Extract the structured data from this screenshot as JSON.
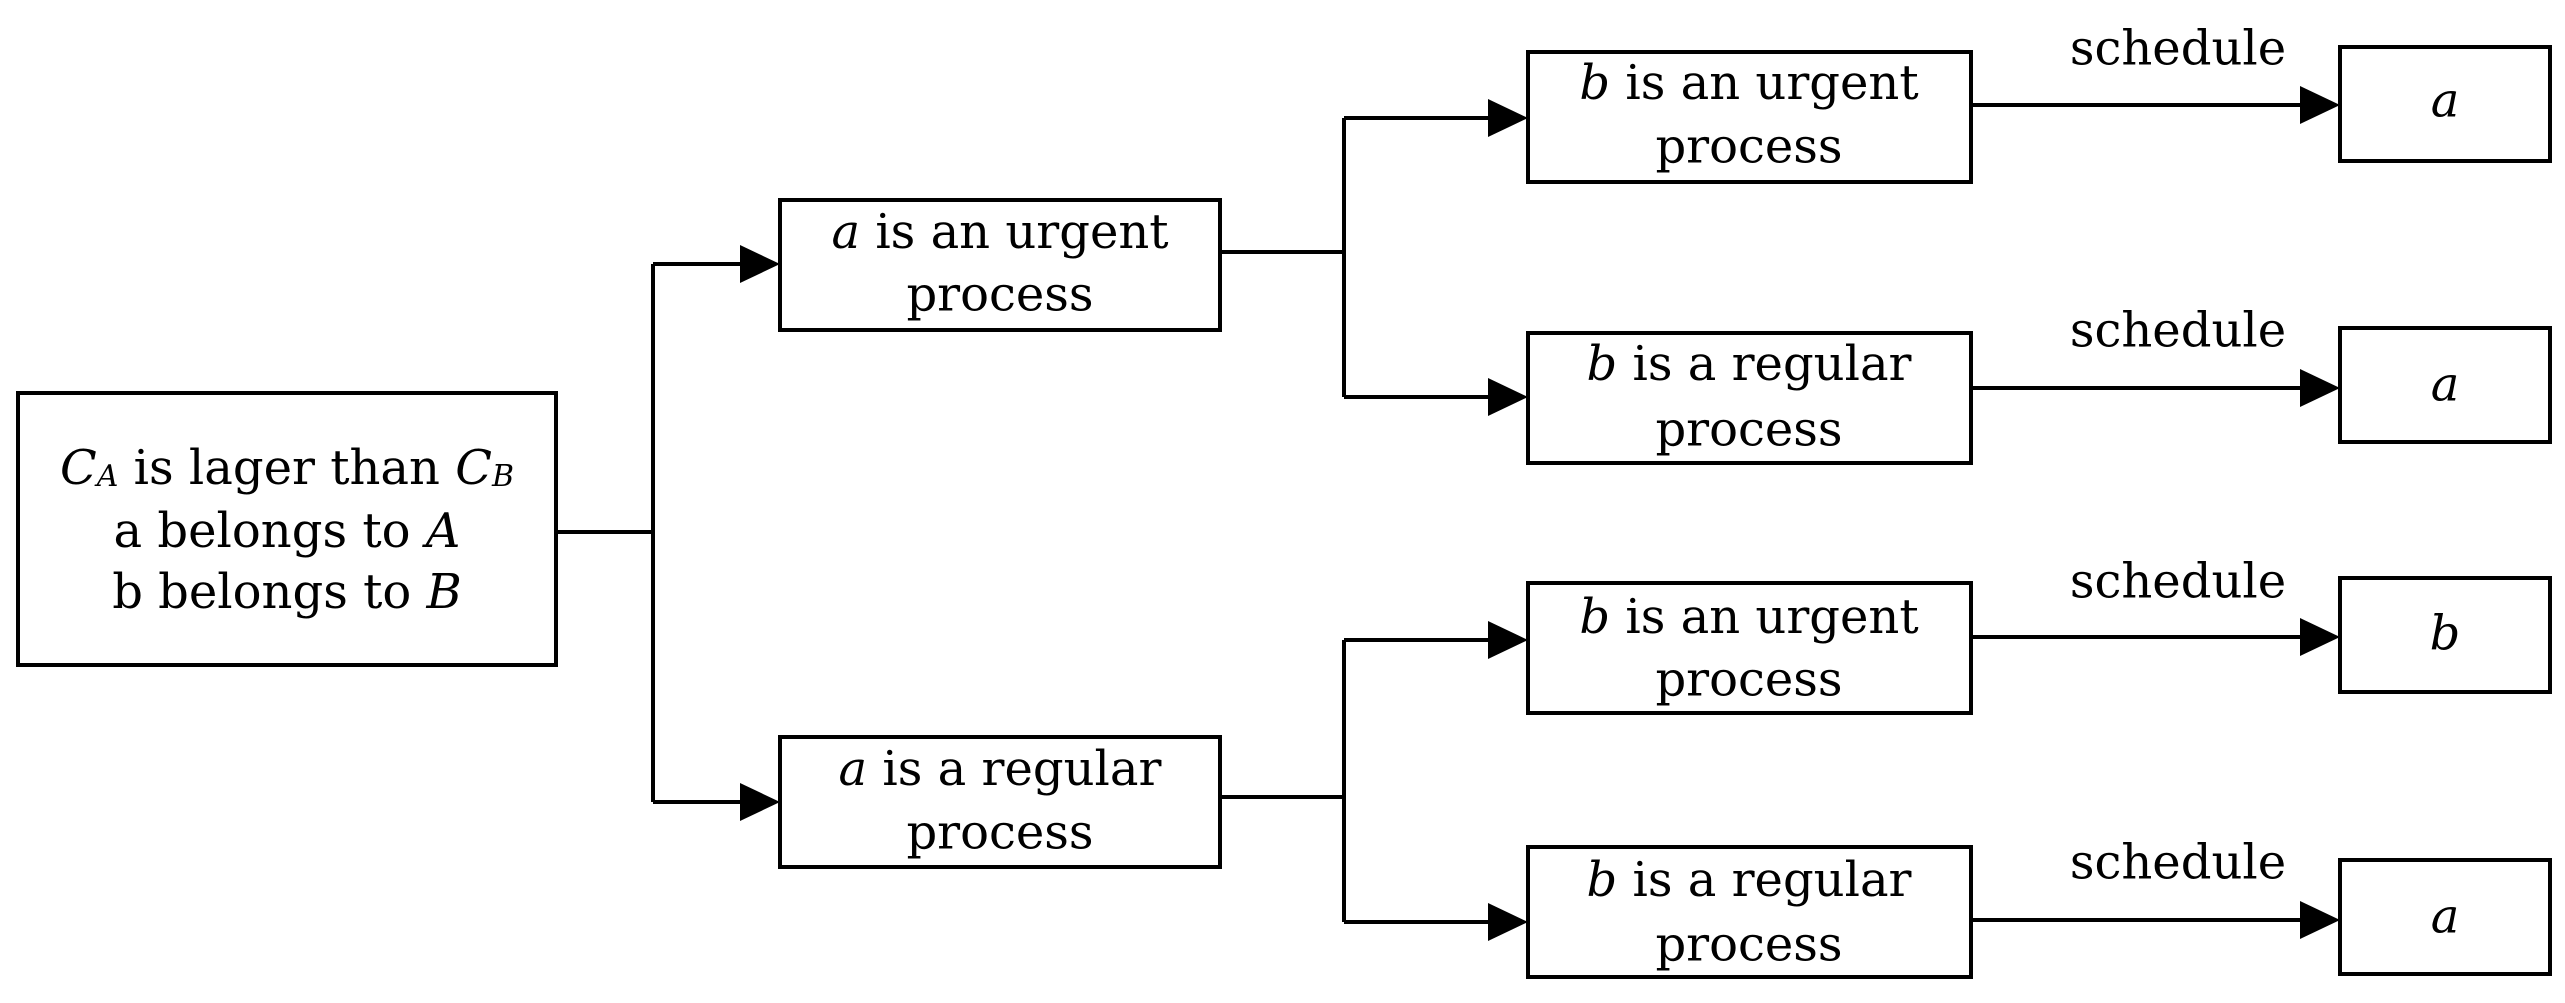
{
  "root": {
    "line1": {
      "c_a": "C",
      "c_a_sub": "A",
      "middle": " is lager than ",
      "c_b": "C",
      "c_b_sub": "B"
    },
    "line2": {
      "prefix": "a belongs to ",
      "var": "A"
    },
    "line3": {
      "prefix": "b belongs to ",
      "var": "B"
    }
  },
  "level1": [
    {
      "var": "a",
      "line1_rest": " is an urgent",
      "line2": "process"
    },
    {
      "var": "a",
      "line1_rest": " is a regular",
      "line2": "process"
    }
  ],
  "level2": [
    {
      "var": "b",
      "line1_rest": " is an urgent",
      "line2": "process"
    },
    {
      "var": "b",
      "line1_rest": " is a regular",
      "line2": "process"
    },
    {
      "var": "b",
      "line1_rest": " is an urgent",
      "line2": "process"
    },
    {
      "var": "b",
      "line1_rest": " is a regular",
      "line2": "process"
    }
  ],
  "edge_label": "schedule",
  "results": [
    "a",
    "a",
    "b",
    "a"
  ]
}
